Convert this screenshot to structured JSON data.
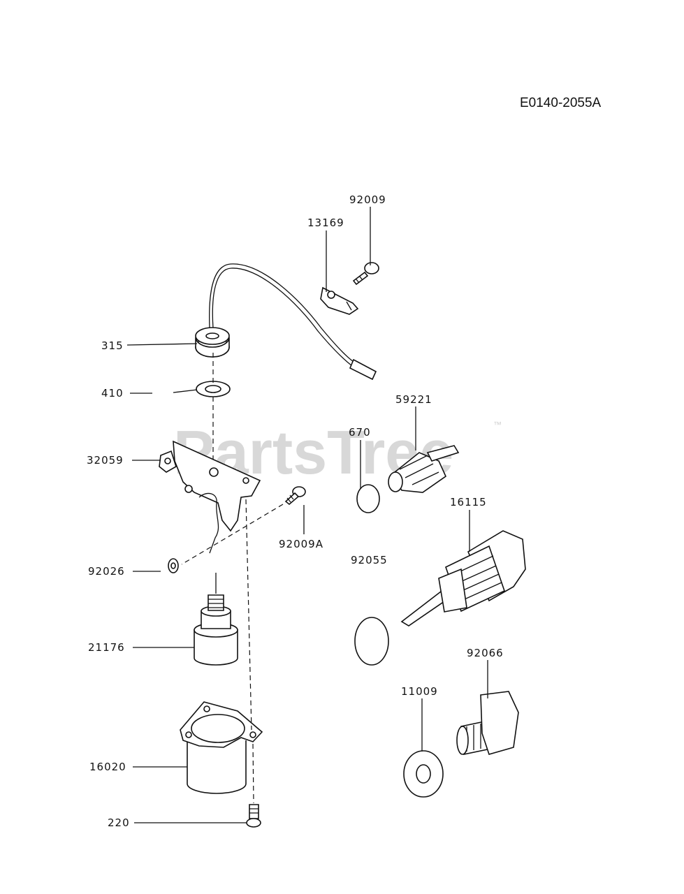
{
  "diagram": {
    "code": "E0140-2055A",
    "watermark": "PartsTree",
    "watermark_tm": "™",
    "labels": {
      "p92009": "92009",
      "p13169": "13169",
      "p315": "315",
      "p410": "410",
      "p59221": "59221",
      "p670": "670",
      "p32059": "32059",
      "p16115": "16115",
      "p92009A": "92009A",
      "p92055": "92055",
      "p92026": "92026",
      "p21176": "21176",
      "p92066": "92066",
      "p11009": "11009",
      "p16020": "16020",
      "p220": "220"
    }
  }
}
